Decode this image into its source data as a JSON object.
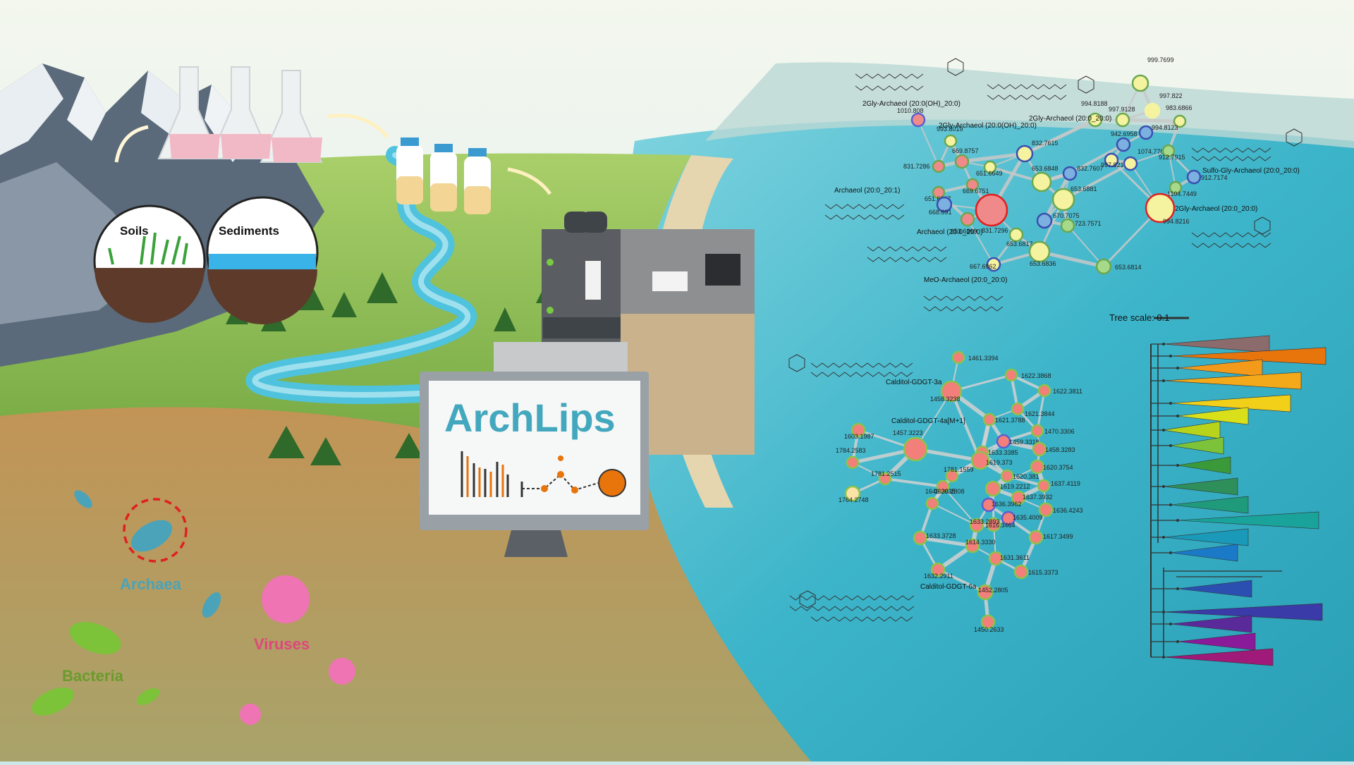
{
  "landscape": {
    "soils_label": "Soils",
    "sediments_label": "Sediments",
    "archaea_label": "Archaea",
    "bacteria_label": "Bacteria",
    "viruses_label": "Viruses"
  },
  "monitor": {
    "app_name": "ArchLips"
  },
  "tree": {
    "scale_label": "Tree scale: 0.1"
  },
  "colors": {
    "archaea": "#4aa3b8",
    "bacteria": "#6a9b2c",
    "viruses": "#e0467c",
    "app_orange": "#e8740c",
    "highlight_red": "#e02020"
  },
  "network_top": {
    "compounds": [
      "2Gly-Archaeol (20:0(OH)_20:0)",
      "2Gly-Archaeol (20:0(OH)_20:0)",
      "2Gly-Archaeol (20:0_20:0)",
      "Sulfo-Gly-Archaeol (20:0_20:0)",
      "Archaeol (20:0_20:1)",
      "Archaeol (20:0_20:0)",
      "2Gly-Archaeol (20:0_20:0)",
      "MeO-Archaeol (20:0_20:0)"
    ],
    "masses": [
      "1010.808",
      "993.8019",
      "994.8188",
      "999.7699",
      "997.9128",
      "997.822",
      "983.6866",
      "994.8123",
      "942.6958",
      "997.8217",
      "1074.7701",
      "912.7915",
      "912.7174",
      "1104.7449",
      "994.8216",
      "831.7286",
      "669.8757",
      "832.7615",
      "651.6649",
      "653.6848",
      "832.7607",
      "669.6751",
      "651.6667",
      "668.691",
      "831.7296",
      "653.6881",
      "670.7075",
      "723.7571",
      "653.6817",
      "653.6869",
      "653.6836",
      "667.6962",
      "653.6814"
    ]
  },
  "network_bottom": {
    "compounds": [
      "Calditol-GDGT-3a",
      "Calditol-GDGT-4a[M+1]",
      "Calditol-GDGT-6a"
    ],
    "masses": [
      "1461.3394",
      "1458.3238",
      "1622.3868",
      "1622.3811",
      "1621.3844",
      "1621.3788",
      "1470.3306",
      "1457.3223",
      "1603.1987",
      "1459.3318",
      "1458.3283",
      "1633.3385",
      "1784.2583",
      "1619.373",
      "1620.3754",
      "1781.1559",
      "1620.381",
      "1781.2515",
      "1636.2808",
      "1619.2212",
      "1637.4119",
      "1764.2748",
      "1637.3932",
      "1646.2035",
      "1636.3962",
      "1636.4243",
      "1635.4009",
      "1616.3464",
      "1633.2893",
      "1633.3728",
      "1617.3499",
      "1614.3330",
      "1631.3611",
      "1632.2911",
      "1615.3373",
      "1452.2805",
      "1450.2633"
    ]
  }
}
